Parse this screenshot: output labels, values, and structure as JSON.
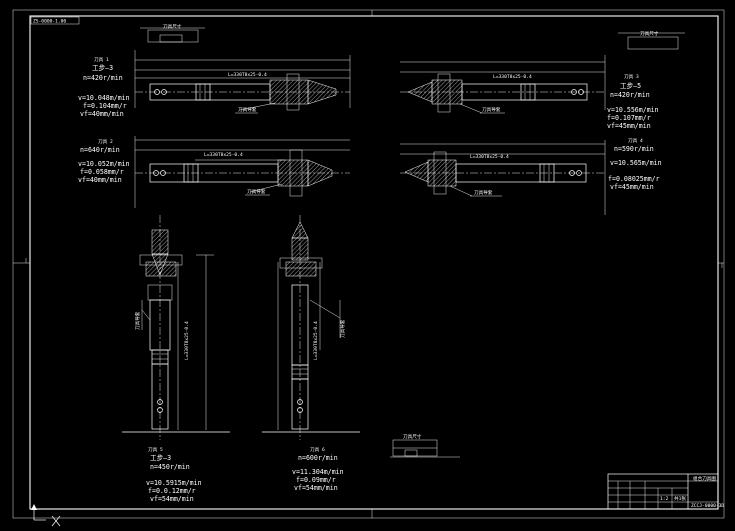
{
  "drawing": {
    "number_tag": "ZS-0000-1.00",
    "title_block": {
      "name": "组合刀具图",
      "code": "ZCCJ-0000-3D",
      "scale": "1:2",
      "sheet": "共1张"
    },
    "views": [
      {
        "id": "top-left",
        "tool": "刀具 1",
        "op": "工步—3",
        "params": [
          "n=420r/min",
          "v=10.048m/min",
          "f=0.104mm/r",
          "vf=40mm/min"
        ],
        "dim_label": "L=330T8x25-0.4",
        "callout": "刀具导套"
      },
      {
        "id": "mid-left",
        "tool": "刀具 2",
        "params": [
          "n=640r/min",
          "v=10.052m/min",
          "f=0.058mm/r",
          "vf=40mm/min"
        ],
        "dim_label": "L=330T8x25-0.4",
        "callout": "刀具导套"
      },
      {
        "id": "top-right",
        "tool": "刀具 3",
        "op": "工步—5",
        "params": [
          "n=420r/min",
          "v=10.556m/min",
          "f=0.107mm/r",
          "vf=45mm/min"
        ],
        "dim_label": "L=330T8x25-0.4",
        "callout": "刀具导套"
      },
      {
        "id": "mid-right",
        "tool": "刀具 4",
        "params": [
          "n=590r/min",
          "v=10.565m/min",
          "f=0.08025mm/r",
          "vf=45mm/min"
        ],
        "dim_label": "L=330T8x25-0.4",
        "callout": "刀具导套"
      },
      {
        "id": "vert-left",
        "tool": "刀具 5",
        "op": "工步—3",
        "params": [
          "n=450r/min",
          "v=10.5915m/min",
          "f=0.0.12mm/r",
          "vf=54mm/min"
        ],
        "dim_label": "L=330T8x25-0.4",
        "callout": "刀具导套"
      },
      {
        "id": "vert-right",
        "tool": "刀具 6",
        "params": [
          "n=600r/min",
          "v=11.304m/min",
          "f=0.09mm/r",
          "vf=54mm/min"
        ],
        "dim_label": "L=330T8x25-0.4",
        "callout": "刀具导套"
      }
    ],
    "small_labels": {
      "top_box": "刀具尺寸",
      "top_box_right": "刀具尺寸",
      "bottom_box": "刀具尺寸"
    }
  }
}
